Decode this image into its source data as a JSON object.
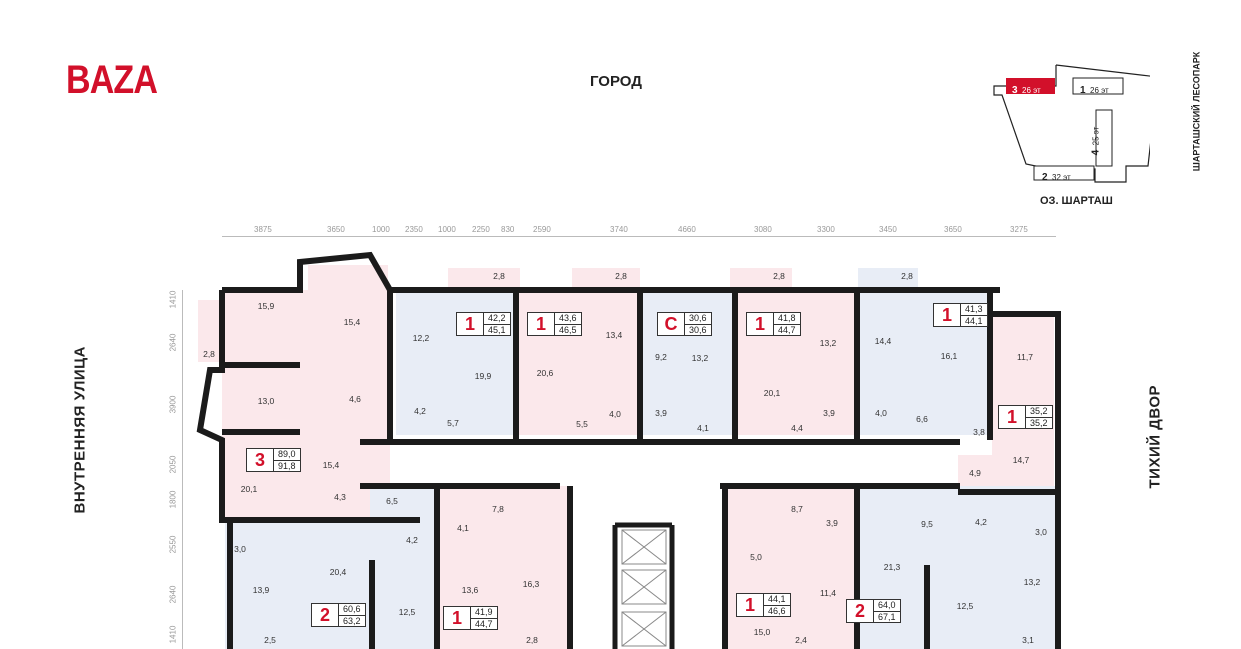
{
  "brand": {
    "logo": "BAZA",
    "accent": "#d2102a"
  },
  "orientation": {
    "top": "ГОРОД",
    "left": "ВНУТРЕННЯЯ УЛИЦА",
    "right": "ТИХИЙ ДВОР"
  },
  "minimap": {
    "buildings": [
      {
        "num": "3",
        "floors": "26 эт",
        "selected": true
      },
      {
        "num": "1",
        "floors": "26 эт"
      },
      {
        "num": "4",
        "floors": "25 эт"
      },
      {
        "num": "2",
        "floors": "32 эт"
      }
    ],
    "park": "ШАРТАШСКИЙ ЛЕСОПАРК",
    "lake": "ОЗ. ШАРТАШ"
  },
  "dims_top": [
    "3875",
    "3650",
    "1000",
    "2350",
    "1000",
    "2250",
    "830",
    "2590",
    "3740",
    "4660",
    "3080",
    "3300",
    "3450",
    "3650",
    "3275"
  ],
  "dims_left": [
    "1410",
    "2640",
    "3900",
    "2050",
    "1800",
    "2550",
    "2640",
    "1410"
  ],
  "badges": [
    {
      "rooms": "3",
      "total": "89,0",
      "living": "91,8"
    },
    {
      "rooms": "2",
      "total": "60,6",
      "living": "63,2"
    },
    {
      "rooms": "1",
      "total": "42,2",
      "living": "45,1"
    },
    {
      "rooms": "1",
      "total": "43,6",
      "living": "46,5"
    },
    {
      "rooms": "С",
      "total": "30,6",
      "living": "30,6"
    },
    {
      "rooms": "1",
      "total": "41,8",
      "living": "44,7"
    },
    {
      "rooms": "1",
      "total": "41,3",
      "living": "44,1"
    },
    {
      "rooms": "1",
      "total": "35,2",
      "living": "35,2"
    },
    {
      "rooms": "1",
      "total": "41,9",
      "living": "44,7"
    },
    {
      "rooms": "1",
      "total": "44,1",
      "living": "46,6"
    },
    {
      "rooms": "2",
      "total": "64,0",
      "living": "67,1"
    }
  ],
  "rooms": [
    "15,9",
    "15,4",
    "2,8",
    "13,0",
    "4,6",
    "15,4",
    "20,1",
    "4,3",
    "3,0",
    "13,9",
    "20,4",
    "12,5",
    "2,5",
    "6,5",
    "4,2",
    "12,2",
    "19,9",
    "4,2",
    "5,7",
    "2,8",
    "20,6",
    "13,4",
    "4,0",
    "5,5",
    "2,8",
    "9,2",
    "13,2",
    "3,9",
    "4,1",
    "20,1",
    "13,2",
    "3,9",
    "4,4",
    "2,8",
    "14,4",
    "16,1",
    "4,0",
    "6,6",
    "2,8",
    "11,7",
    "3,8",
    "14,7",
    "4,9",
    "4,1",
    "7,8",
    "13,6",
    "16,3",
    "2,8",
    "8,7",
    "3,9",
    "5,0",
    "11,4",
    "15,0",
    "2,4",
    "9,5",
    "21,3",
    "12,5",
    "13,2",
    "4,2",
    "3,0",
    "3,1"
  ]
}
